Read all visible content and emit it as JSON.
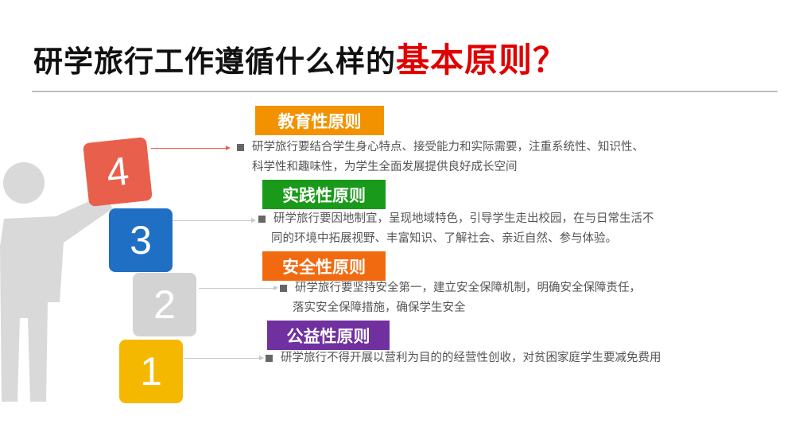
{
  "title": {
    "main": "研学旅行工作遵循什么样的",
    "highlight": "基本原则？"
  },
  "blocks": [
    {
      "number": "4",
      "color": "#e8604c"
    },
    {
      "number": "3",
      "color": "#1f6fc5"
    },
    {
      "number": "2",
      "color": "#d3d3d3"
    },
    {
      "number": "1",
      "color": "#f5b800"
    }
  ],
  "principles": [
    {
      "label": "教育性原则",
      "color": "#f39200",
      "lines": [
        "研学旅行要结合学生身心特点、接受能力和实际需要，注重系统性、知识性、",
        "科学性和趣味性，为学生全面发展提供良好成长空间"
      ]
    },
    {
      "label": "实践性原则",
      "color": "#1a9a1a",
      "lines": [
        "研学旅行要因地制宜，呈现地域特色，引导学生走出校园，在与日常生活不",
        "同的环境中拓展视野、丰富知识、了解社会、亲近自然、参与体验。"
      ]
    },
    {
      "label": "安全性原则",
      "color": "#f26a10",
      "lines": [
        "研学旅行要坚持安全第一，建立安全保障机制，明确安全保障责任，",
        "落实安全保障措施，确保学生安全"
      ]
    },
    {
      "label": "公益性原则",
      "color": "#7030a0",
      "lines": [
        "研学旅行不得开展以营利为目的的经营性创收，对贫困家庭学生要减免费用"
      ]
    }
  ]
}
